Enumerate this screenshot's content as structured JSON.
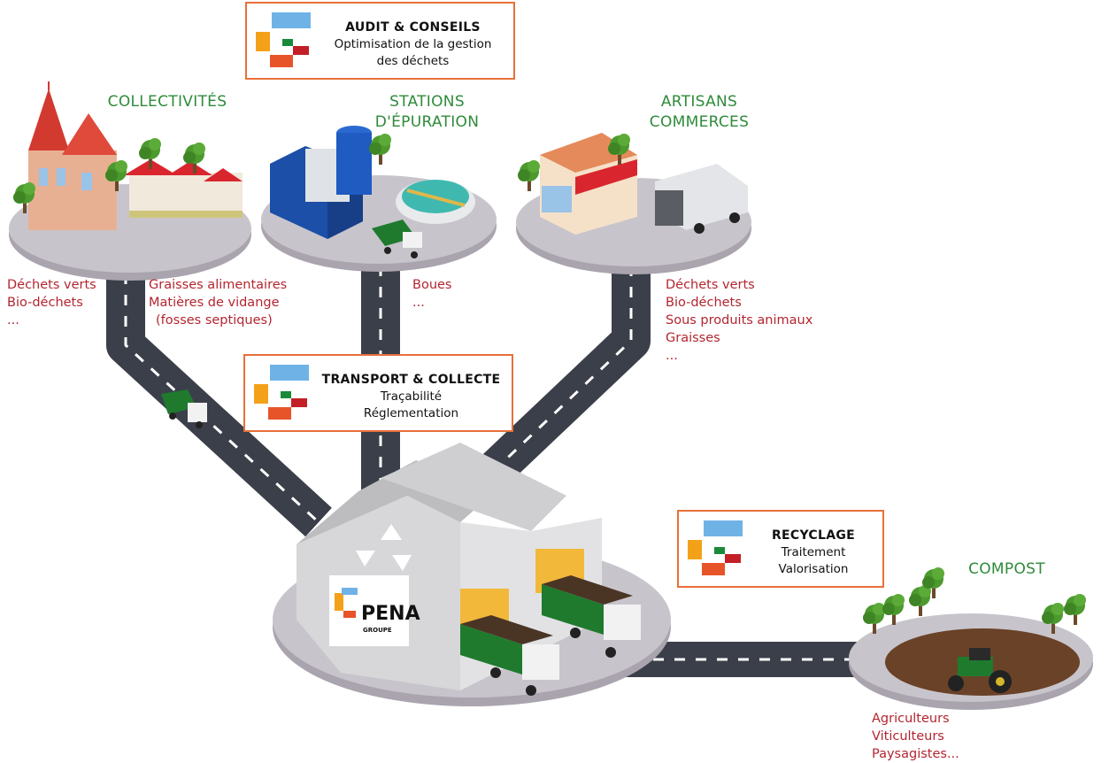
{
  "colors": {
    "accent_border": "#e8703a",
    "green_title": "#2e8b3a",
    "red_text": "#b32530",
    "road": "#3b3f49",
    "platform": "#c4c0c7"
  },
  "boxes": {
    "audit": {
      "title": "AUDIT & CONSEILS",
      "lines": [
        "Optimisation de la gestion",
        "des déchets"
      ]
    },
    "transport": {
      "title": "TRANSPORT & COLLECTE",
      "lines": [
        "Traçabilité",
        "Réglementation"
      ]
    },
    "recyclage": {
      "title": "RECYCLAGE",
      "lines": [
        "Traitement",
        "Valorisation"
      ]
    }
  },
  "sources": {
    "collectivites": {
      "title_lines": [
        "COLLECTIVITÉS"
      ],
      "left_list": [
        "Déchets verts",
        "Bio-déchets",
        "..."
      ],
      "right_list": [
        "Graisses alimentaires",
        "Matières de vidange",
        "(fosses septiques)"
      ]
    },
    "stations": {
      "title_lines": [
        "STATIONS",
        "D'ÉPURATION"
      ],
      "list": [
        "Boues",
        "..."
      ]
    },
    "artisans": {
      "title_lines": [
        "ARTISANS",
        "COMMERCES"
      ],
      "list": [
        "Déchets verts",
        "Bio-déchets",
        "Sous produits animaux",
        "Graisses",
        "..."
      ]
    }
  },
  "compost": {
    "title": "COMPOST",
    "list": [
      "Agriculteurs",
      "Viticulteurs",
      "Paysagistes..."
    ]
  },
  "facility": {
    "logo_text": "PENA",
    "logo_subtext": "GROUPE",
    "icons": [
      "recycle-icon",
      "truck-icon",
      "tractor-icon",
      "tree-icon",
      "church-icon",
      "house-icon",
      "shop-icon",
      "van-icon",
      "water-tank-icon",
      "clarifier-icon"
    ]
  }
}
